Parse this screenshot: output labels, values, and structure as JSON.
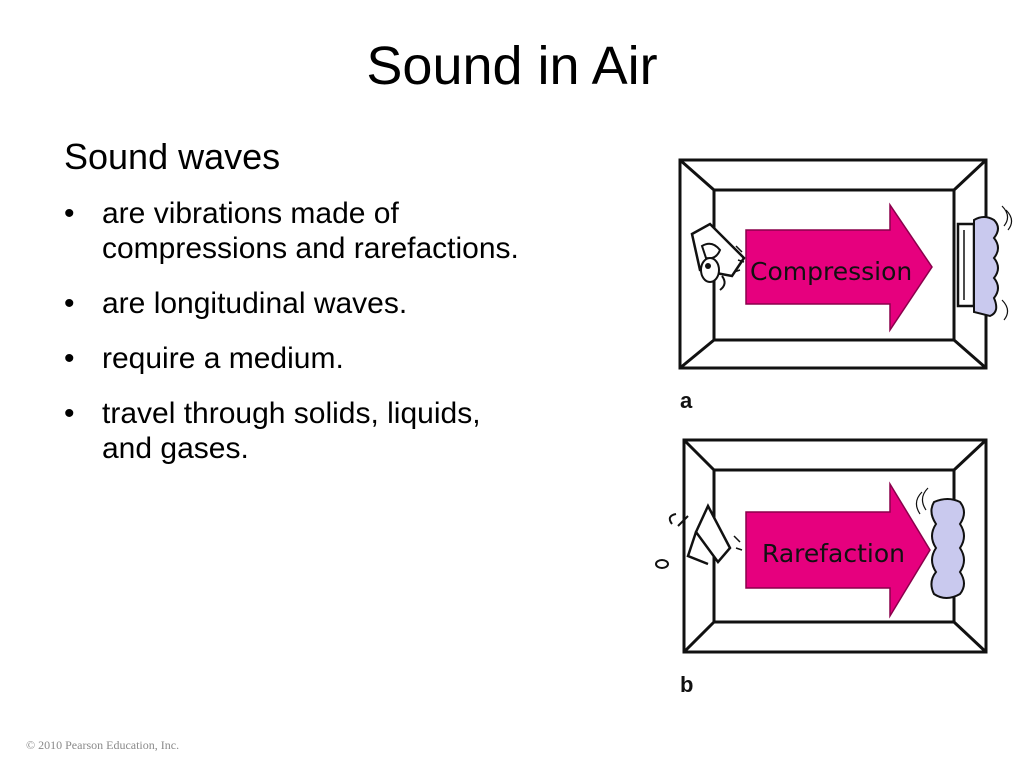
{
  "slide": {
    "title": "Sound in Air",
    "subheading": "Sound waves",
    "bullet_char": "•",
    "bullets": [
      {
        "lines": [
          "are vibrations made of",
          "compressions and rarefactions."
        ]
      },
      {
        "lines": [
          "are longitudinal waves."
        ]
      },
      {
        "lines": [
          "require a medium."
        ]
      },
      {
        "lines": [
          "travel through solids, liquids,",
          "and gases."
        ]
      }
    ],
    "copyright": "© 2010 Pearson Education, Inc."
  },
  "figure": {
    "panel_a": {
      "arrow_label": "Compression",
      "label": "a"
    },
    "panel_b": {
      "arrow_label": "Rarefaction",
      "label": "b"
    }
  },
  "colors": {
    "arrow_fill": "#e6007e",
    "speaker_fill": "#c9c9ee",
    "line": "#111111"
  },
  "icons": {
    "speaker_panel_a": "speaker-cone-icon",
    "speaker_panel_b": "speaker-cone-icon",
    "eardrum_panel_a": "eardrum-icon",
    "eardrum_panel_b": "eardrum-icon"
  }
}
